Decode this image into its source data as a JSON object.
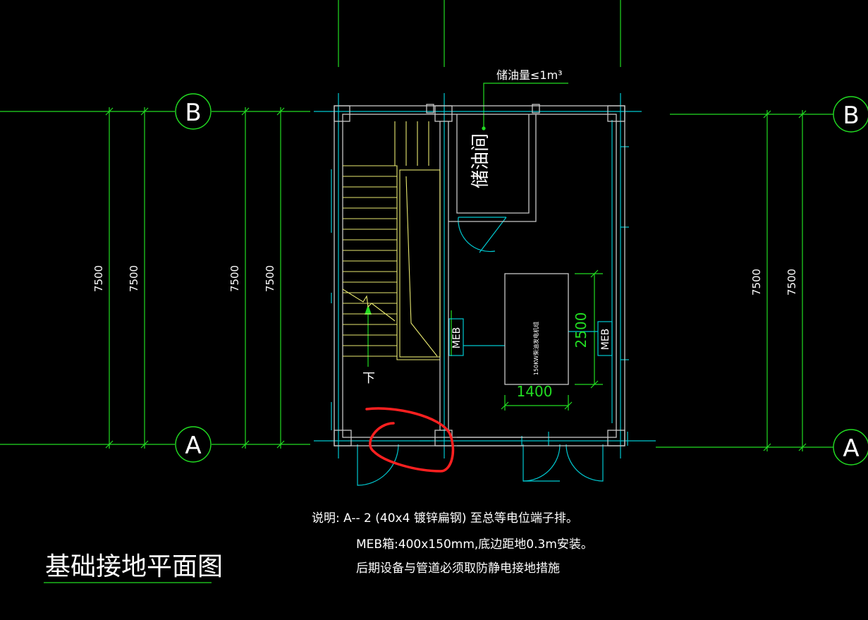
{
  "drawing": {
    "title": "基础接地平面图",
    "oil_limit": "储油量≤1m³",
    "oil_room": "储油间",
    "generator": "150KW柴油发电机组",
    "meb_label": "MEB",
    "dim_2500": "2500",
    "dim_1400": "1400",
    "down_label": "下",
    "axis_b": "B",
    "axis_a": "A",
    "dims_7500": [
      "7500",
      "7500",
      "7500",
      "7500",
      "7500",
      "7500"
    ],
    "notes": [
      "说明: A-- 2 (40x4 镀锌扁钢) 至总等电位端子排。",
      "MEB箱:400x150mm,底边距地0.3m安装。",
      "后期设备与管道必须取防静电接地措施"
    ]
  },
  "colors": {
    "background": "#000000",
    "dimension": "#22dd22",
    "wall": "#c8c8c8",
    "grid": "#00c8d0",
    "stair": "#e8e870",
    "annotation": "#ff2020",
    "text": "#ffffff"
  }
}
